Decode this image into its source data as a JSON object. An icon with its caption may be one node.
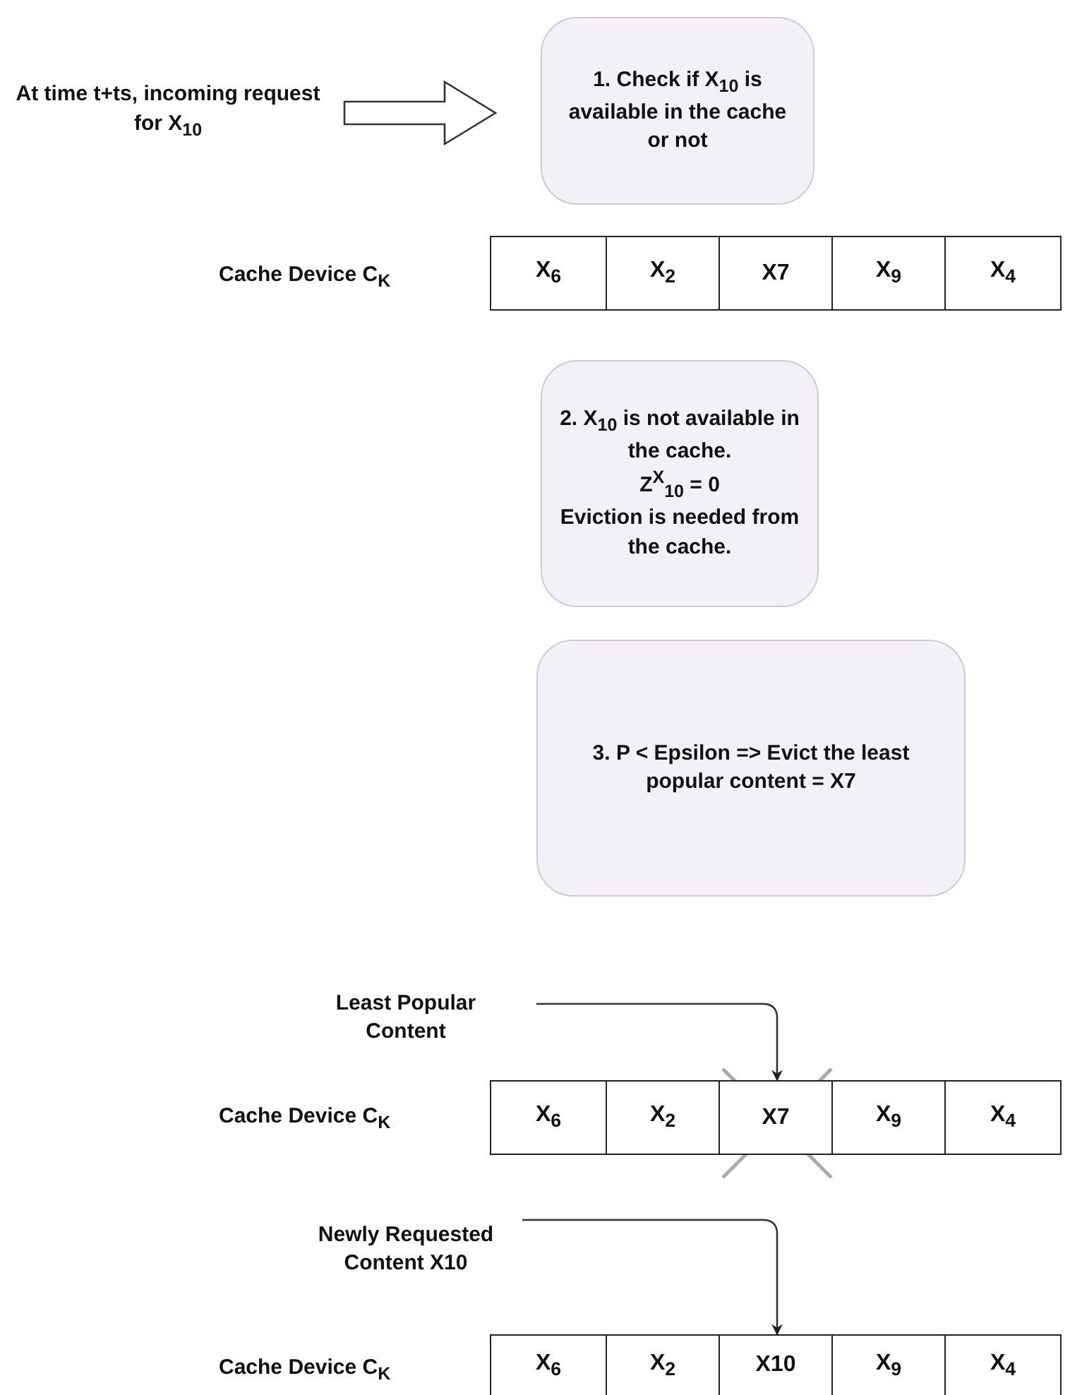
{
  "diagram": {
    "nodes": [
      {
        "text": [
          "At time t+ts, incoming request for X$_{10}$"
        ]
      },
      {
        "text": [
          "1. Check if X$_{10}$ is available in the cache or not"
        ]
      },
      {
        "text": [
          "X$_{6}$"
        ]
      },
      {
        "text": [
          "X$_{2}$"
        ]
      },
      {
        "text": [
          "X7"
        ]
      },
      {
        "text": [
          "X$_{9}$"
        ]
      },
      {
        "text": [
          "X$_{4}$"
        ]
      },
      {
        "text": [
          "2. X$_{10}$ is not available in the cache.",
          "Z$^{X}$$_{10}$ = 0",
          "Eviction is needed from the cache."
        ]
      },
      {
        "text": [
          "3. P < Epsilon => Evict the least popular content =  X7"
        ]
      },
      {
        "text": [
          "Least Popular Content"
        ]
      },
      {
        "text": [
          "X$_{6}$"
        ]
      },
      {
        "text": [
          "X$_{2}$"
        ]
      },
      {
        "text": [
          "X7"
        ]
      },
      {
        "text": [
          "X$_{9}$"
        ]
      },
      {
        "text": [
          "X$_{4}$"
        ]
      },
      {
        "text": [
          "Newly Requested Content X10"
        ]
      },
      {
        "text": [
          "X$_{6}$"
        ]
      },
      {
        "text": [
          "X$_{2}$"
        ]
      },
      {
        "text": [
          "X10"
        ]
      },
      {
        "text": [
          "X$_{9}$"
        ]
      },
      {
        "text": [
          "X$_{4}$"
        ]
      }
    ],
    "edges": [
      {
        "from": 0,
        "to": 1,
        "arrow": "to",
        "style": "thick"
      },
      {
        "from": 9,
        "to": 12,
        "arrow": "to"
      },
      {
        "from": 15,
        "to": 18,
        "arrow": "to"
      }
    ],
    "labels": [
      "Cache Device C$_{K}$",
      "Cache Device C$_{K}$",
      "Cache Device C$_{K}$"
    ]
  }
}
